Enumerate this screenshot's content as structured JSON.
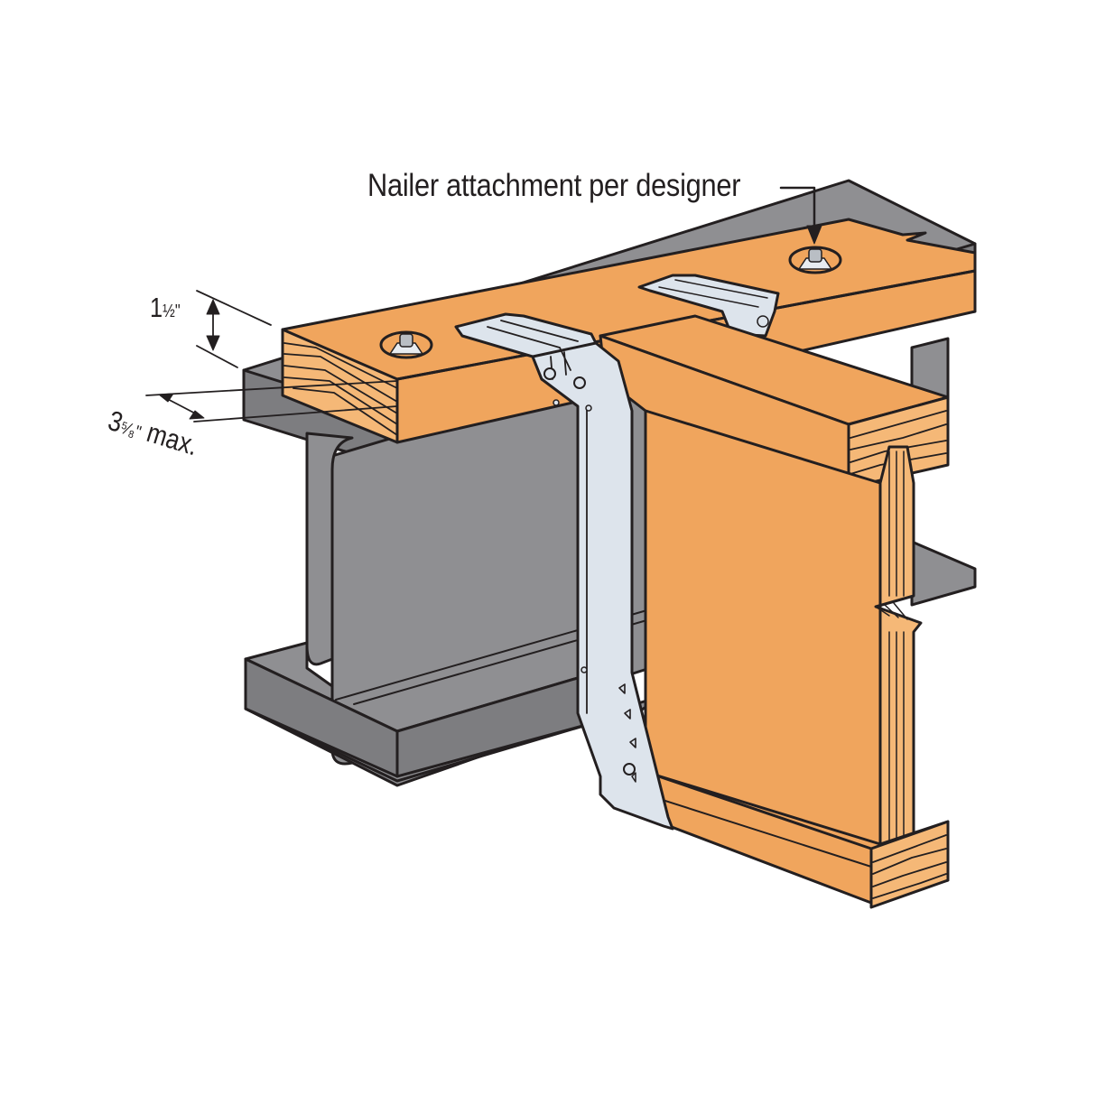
{
  "diagram": {
    "title": "Top-flange I-joist hanger on steel beam with wood nailer",
    "callouts": {
      "nailer": "Nailer attachment per designer"
    },
    "dimensions": {
      "nailer_thickness": {
        "whole": "1",
        "fraction": "½\"",
        "text": "1½\""
      },
      "max_flange_width": {
        "whole": "3",
        "fraction": "⁵⁄₈\"",
        "suffix": " max.",
        "text": "3⅝\" max."
      }
    },
    "components": [
      {
        "name": "steel-i-beam",
        "color": "#8f8f92"
      },
      {
        "name": "wood-nailer",
        "color": "#f0a55d"
      },
      {
        "name": "i-joist",
        "color": "#f0a55d"
      },
      {
        "name": "top-flange-hanger",
        "color": "#dde4ec"
      },
      {
        "name": "anchor-bolt",
        "count": 2
      }
    ],
    "colors": {
      "wood": "#f0a55d",
      "wood_grain": "#f5b877",
      "steel": "#8f8f92",
      "steel_dark": "#7d7d80",
      "hanger": "#dde4ec",
      "outline": "#231f20",
      "background": "#ffffff"
    }
  }
}
